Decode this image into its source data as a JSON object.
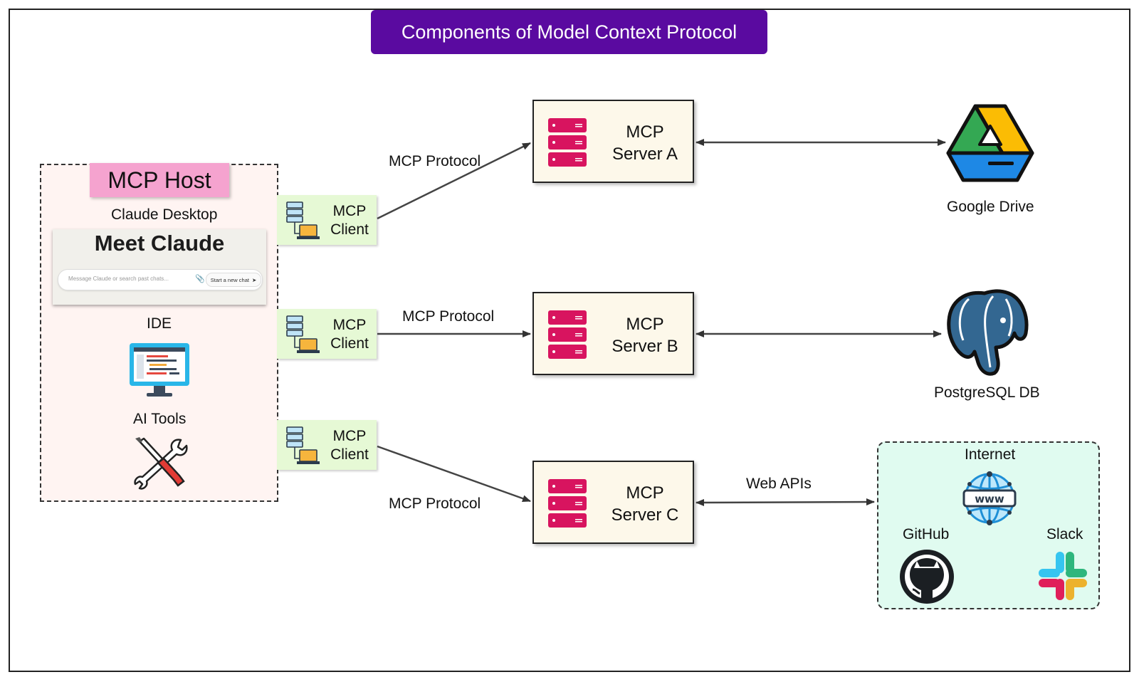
{
  "title": "Components of Model Context Protocol",
  "host": {
    "label": "MCP Host",
    "claude_desktop": "Claude Desktop",
    "claude_card": {
      "heading": "Meet Claude",
      "placeholder": "Message Claude or search past chats...",
      "new_chat": "Start a new chat"
    },
    "ide": "IDE",
    "ai_tools": "AI Tools"
  },
  "clients": [
    {
      "label_line1": "MCP",
      "label_line2": "Client"
    },
    {
      "label_line1": "MCP",
      "label_line2": "Client"
    },
    {
      "label_line1": "MCP",
      "label_line2": "Client"
    }
  ],
  "protocols": {
    "a": "MCP Protocol",
    "b": "MCP Protocol",
    "c": "MCP Protocol",
    "web": "Web APIs"
  },
  "servers": [
    {
      "line1": "MCP",
      "line2": "Server A"
    },
    {
      "line1": "MCP",
      "line2": "Server B"
    },
    {
      "line1": "MCP",
      "line2": "Server C"
    }
  ],
  "resources": {
    "google_drive": "Google Drive",
    "postgres": "PostgreSQL DB",
    "internet": "Internet",
    "github": "GitHub",
    "slack": "Slack"
  },
  "colors": {
    "title_bg": "#5a0aa0",
    "host_label_bg": "#f5a3cf",
    "host_bg": "#fff4f2",
    "client_bg": "#e6f9d5",
    "server_bg": "#fdf8ea",
    "server_icon": "#d8145f",
    "external_bg": "#e0fbf0"
  }
}
